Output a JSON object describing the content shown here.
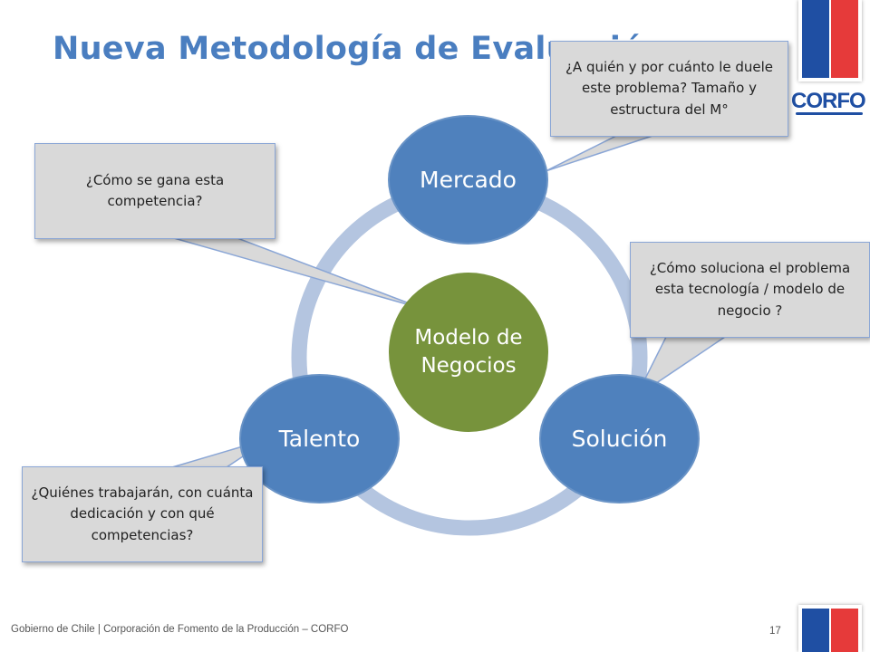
{
  "slide": {
    "title": "Nueva Metodología de Evaluación",
    "footer": "Gobierno de Chile | Corporación de Fomento de la Producción – CORFO",
    "page_number": "17"
  },
  "logo": {
    "text": "CORFO"
  },
  "colors": {
    "title": "#4a7ec0",
    "node_blue": "#4f81bd",
    "node_green": "#77933c",
    "ring": "#b4c5e0",
    "callout_fill": "#d9d9d9",
    "callout_border": "#8aa6d6",
    "flag_blue": "#1f4fa3",
    "flag_red": "#e63a3a"
  },
  "diagram": {
    "center": "Modelo de Negocios",
    "nodes": {
      "mercado": "Mercado",
      "talento": "Talento",
      "solucion": "Solución"
    }
  },
  "callouts": {
    "mercado": "¿A quién y por cuánto le duele este problema? Tamaño y estructura del M°",
    "modelo": "¿Cómo se gana esta competencia?",
    "solucion": "¿Cómo soluciona el problema esta tecnología / modelo de negocio ?",
    "talento": "¿Quiénes trabajarán, con cuánta dedicación y con qué competencias?"
  }
}
